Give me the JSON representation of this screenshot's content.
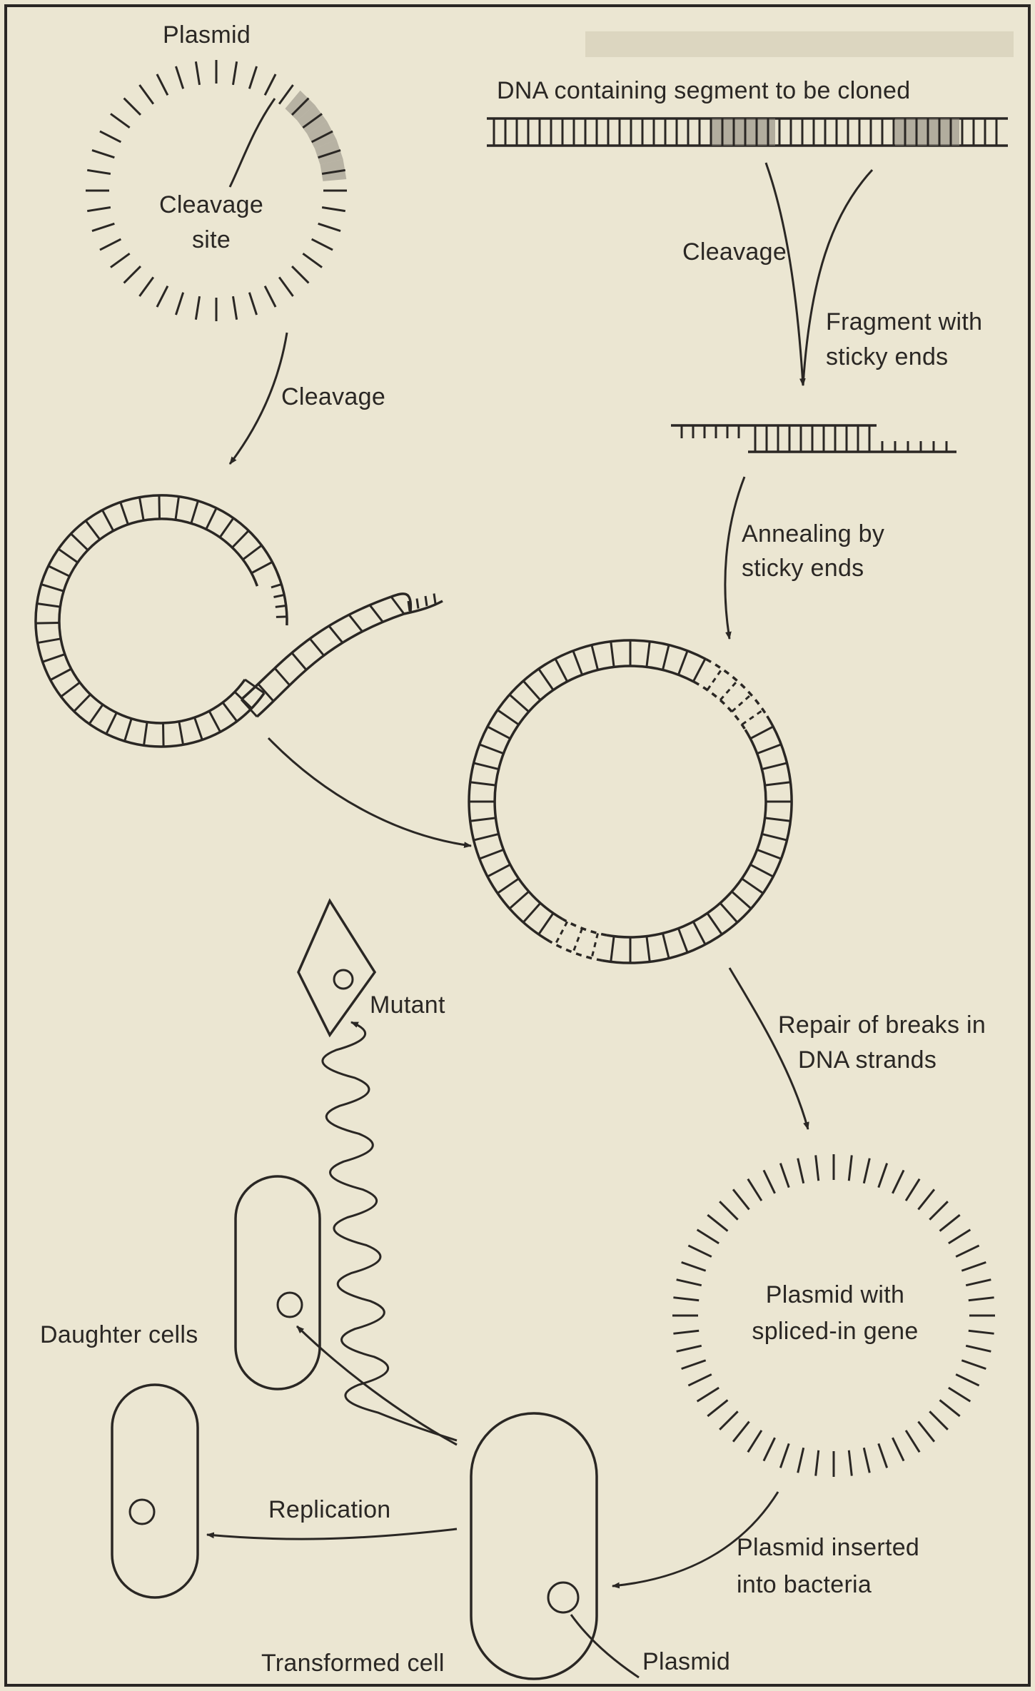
{
  "labels": {
    "plasmid": "Plasmid",
    "cleavage_site_1": "Cleavage",
    "cleavage_site_2": "site",
    "dna_segment": "DNA containing segment to be cloned",
    "cleavage_right": "Cleavage",
    "fragment_1": "Fragment with",
    "fragment_2": "sticky ends",
    "cleavage_left": "Cleavage",
    "annealing_1": "Annealing by",
    "annealing_2": "sticky ends",
    "mutant": "Mutant",
    "repair_1": "Repair of breaks in",
    "repair_2": "DNA strands",
    "spliced_1": "Plasmid with",
    "spliced_2": "spliced-in gene",
    "daughter_cells": "Daughter cells",
    "replication": "Replication",
    "inserted_1": "Plasmid inserted",
    "inserted_2": "into bacteria",
    "transformed_cell": "Transformed cell",
    "plasmid_bottom": "Plasmid"
  },
  "colors": {
    "paper": "#ebe6d2",
    "ink": "#2a2724",
    "hatch": "#8c877b"
  }
}
